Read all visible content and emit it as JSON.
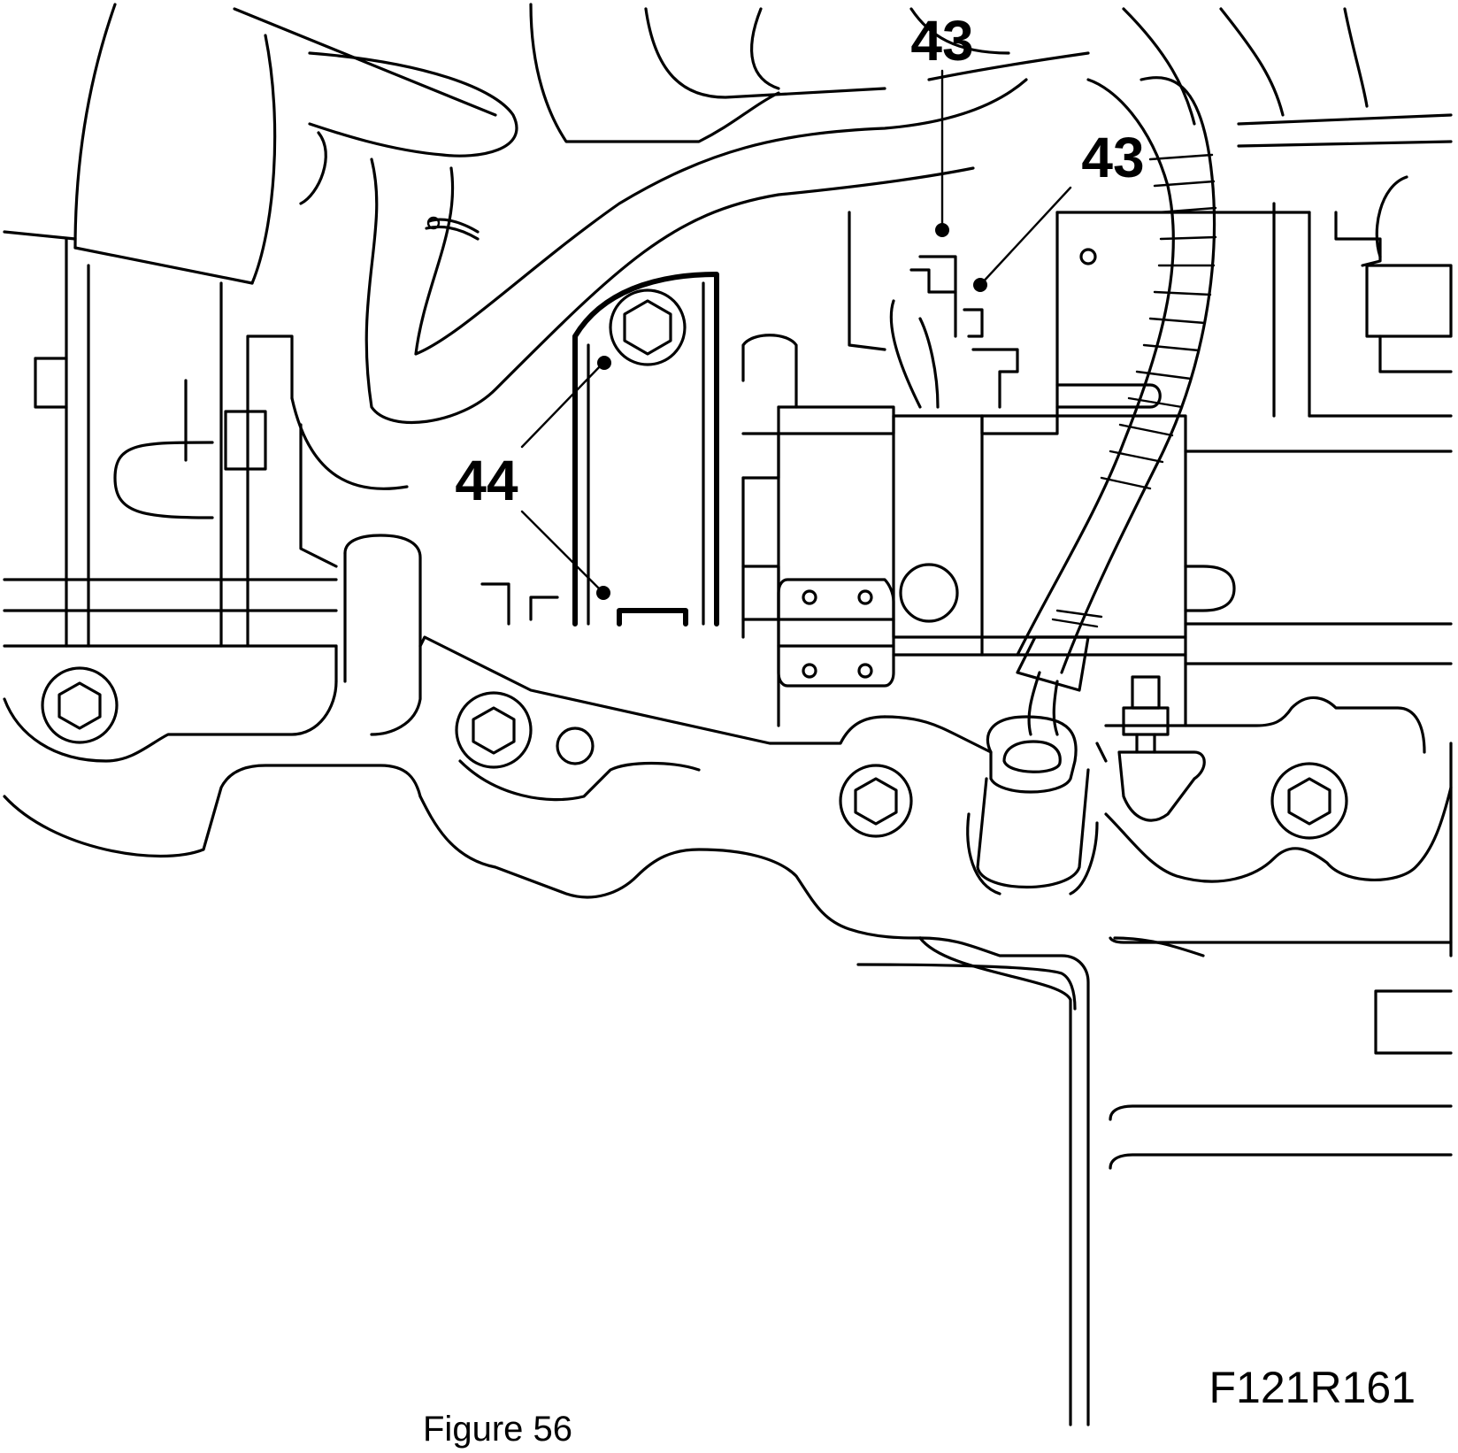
{
  "callouts": {
    "top": "43",
    "right": "43",
    "left": "44"
  },
  "figure_code": "F121R161",
  "caption": "Figure 56"
}
